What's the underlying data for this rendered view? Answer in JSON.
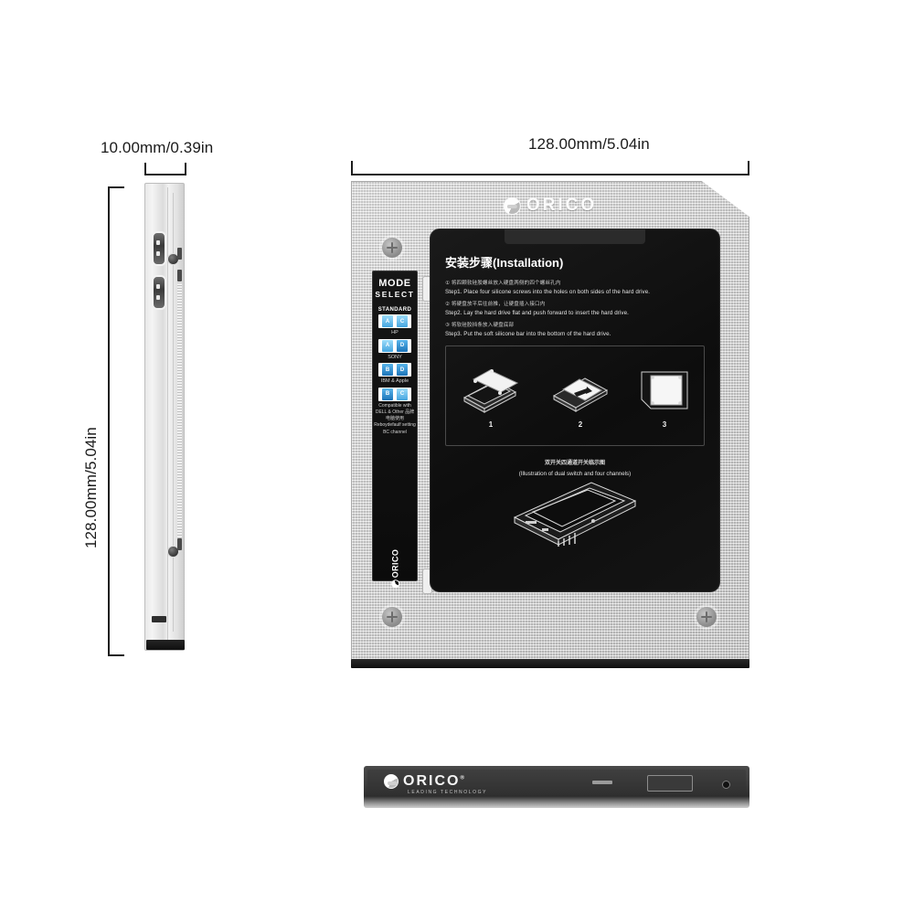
{
  "dimensions": {
    "thickness": "10.00mm/0.39in",
    "width": "128.00mm/5.04in",
    "height": "128.00mm/5.04in"
  },
  "brand": {
    "name": "ORICO",
    "registered": "®",
    "tagline": "LEADING TECHNOLOGY"
  },
  "mode_panel": {
    "title_line1": "MODE",
    "title_line2": "SELECT",
    "standard_label": "STANDARD",
    "switches": [
      {
        "left_key": "A",
        "right_key": "C",
        "caption": "HP"
      },
      {
        "left_key": "A",
        "right_key": "D",
        "caption": "SONY"
      },
      {
        "left_key": "B",
        "right_key": "D",
        "caption": "IBM & Apple"
      },
      {
        "left_key": "B",
        "right_key": "C",
        "caption": ""
      }
    ],
    "compat_note": "Compatible with DELL & Other 品牌电脑使用 Reboydefaulf setting BC channel",
    "logo": "ORICO"
  },
  "instructions": {
    "title": "安装步骤(Installation)",
    "steps": [
      {
        "cn": "① 将四颗软硅胶螺丝放入硬盘两侧的四个螺丝孔内",
        "en": "Step1. Place four silicone screws into the holes on both sides of the hard drive."
      },
      {
        "cn": "② 将硬盘放平后往前推，让硬盘插入接口内",
        "en": "Step2. Lay the hard drive flat and push forward to insert the hard drive."
      },
      {
        "cn": "③ 将软硅胶挡条放入硬盘底部",
        "en": "Step3. Put the soft silicone bar into the bottom of the hard drive."
      }
    ],
    "diagram_numbers": [
      "1",
      "2",
      "3"
    ],
    "switch_caption_cn": "双开关四通道开关临示图",
    "switch_caption_en": "(Illustration of dual switch and four channels)"
  },
  "colors": {
    "background": "#ffffff",
    "label_text": "#1b1b1b",
    "shell": "#d2d2d2",
    "panel_black": "#0d0d0d",
    "switch_blue": "#2b8fd4",
    "bezel": "#3c3c3c"
  }
}
